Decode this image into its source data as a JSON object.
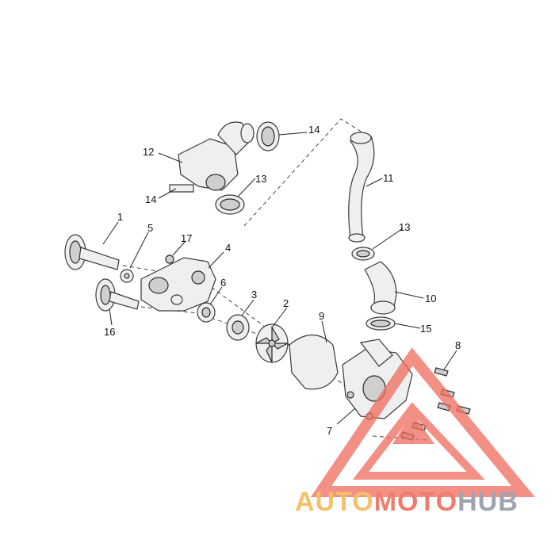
{
  "diagram": {
    "callouts": [
      {
        "id": "c1",
        "text": "1"
      },
      {
        "id": "c2",
        "text": "2"
      },
      {
        "id": "c3",
        "text": "3"
      },
      {
        "id": "c4",
        "text": "4"
      },
      {
        "id": "c5",
        "text": "5"
      },
      {
        "id": "c6",
        "text": "6"
      },
      {
        "id": "c7",
        "text": "7"
      },
      {
        "id": "c8",
        "text": "8"
      },
      {
        "id": "c9",
        "text": "9"
      },
      {
        "id": "c10",
        "text": "10"
      },
      {
        "id": "c11",
        "text": "11"
      },
      {
        "id": "c12",
        "text": "12"
      },
      {
        "id": "c13a",
        "text": "13"
      },
      {
        "id": "c13b",
        "text": "13"
      },
      {
        "id": "c14a",
        "text": "14"
      },
      {
        "id": "c14b",
        "text": "14"
      },
      {
        "id": "c15",
        "text": "15"
      },
      {
        "id": "c16",
        "text": "16"
      },
      {
        "id": "c17",
        "text": "17"
      }
    ]
  },
  "watermark": {
    "part1": "AUTO",
    "part2": "MOTO",
    "part3": "HUB",
    "colors": {
      "auto": "#f4c06a",
      "moto": "#ee7d6e",
      "hub": "#9ea3b0",
      "triangle": "#ee6b5e"
    }
  }
}
